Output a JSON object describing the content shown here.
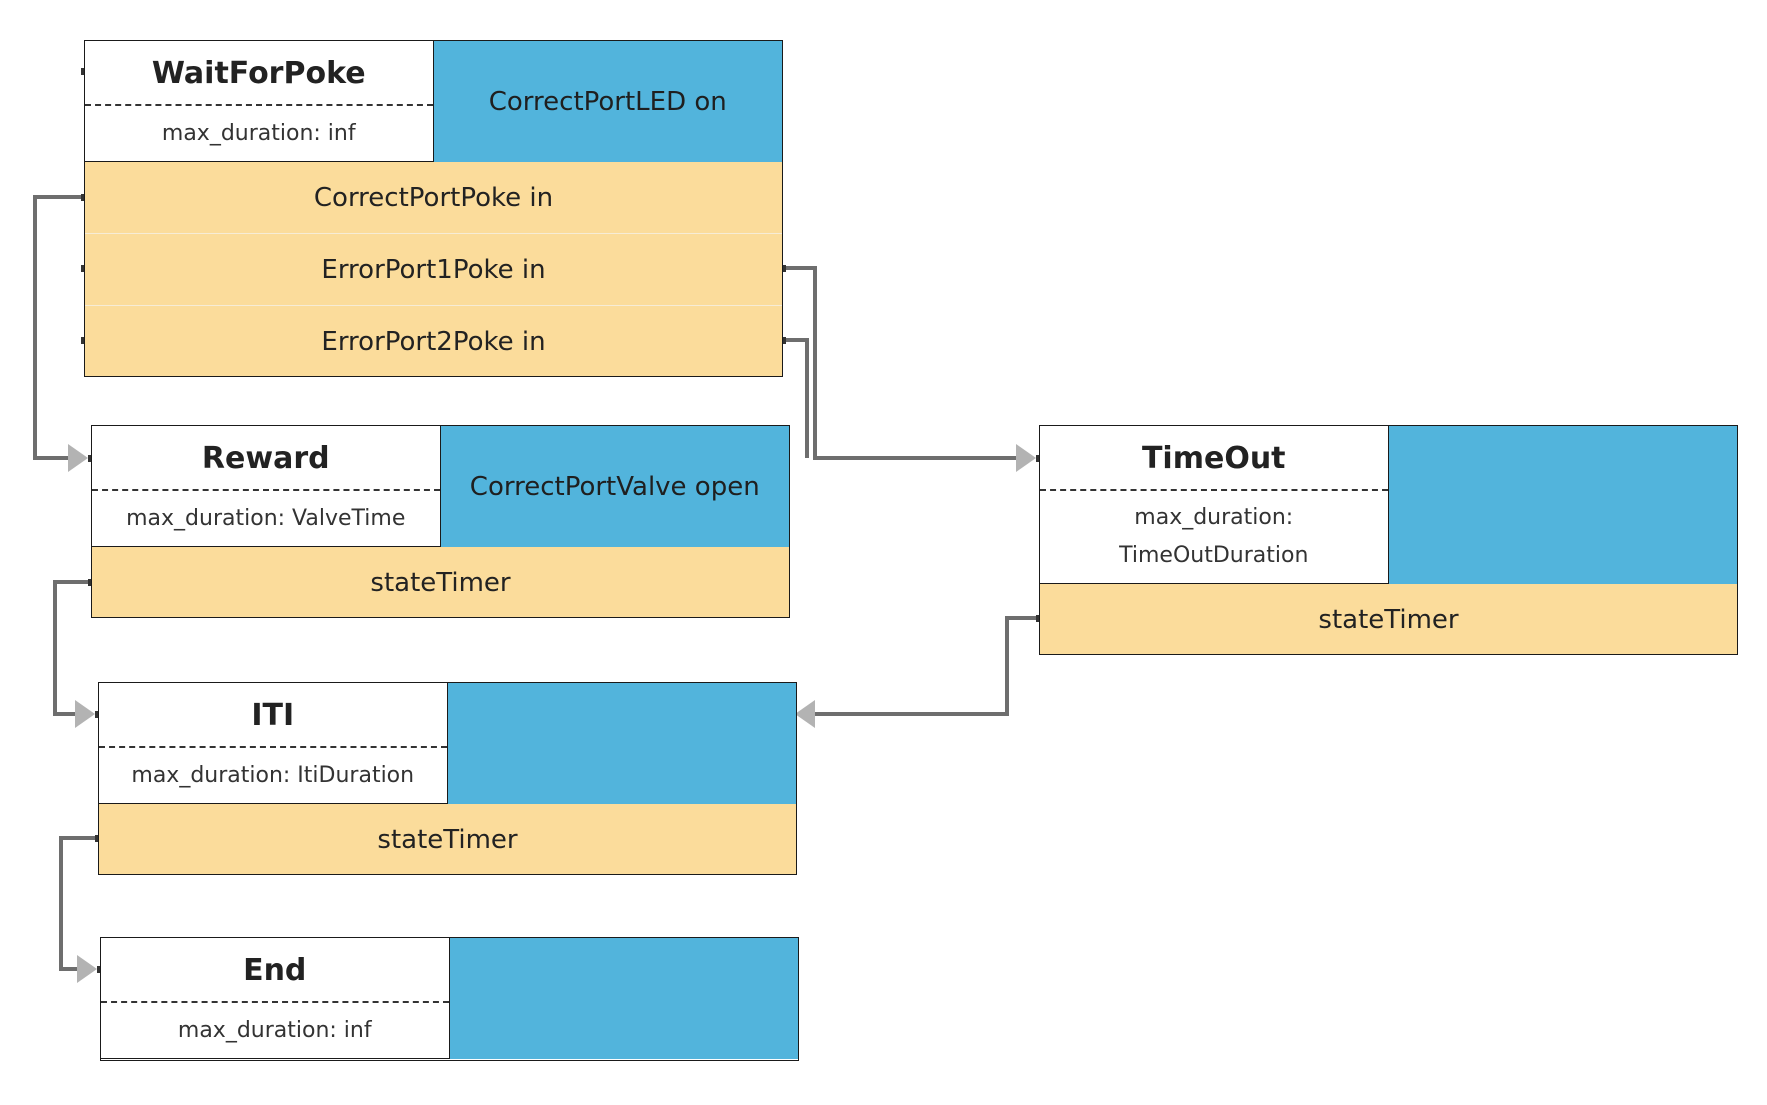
{
  "states": {
    "wait_for_poke": {
      "name": "WaitForPoke",
      "duration": "max_duration: inf",
      "output": "CorrectPortLED on",
      "transitions": [
        "CorrectPortPoke in",
        "ErrorPort1Poke in",
        "ErrorPort2Poke in"
      ]
    },
    "reward": {
      "name": "Reward",
      "duration": "max_duration: ValveTime",
      "output": "CorrectPortValve open",
      "transitions": [
        "stateTimer"
      ]
    },
    "timeout": {
      "name": "TimeOut",
      "duration_line1": "max_duration:",
      "duration_line2": "TimeOutDuration",
      "output": "",
      "transitions": [
        "stateTimer"
      ]
    },
    "iti": {
      "name": "ITI",
      "duration": "max_duration: ItiDuration",
      "output": "",
      "transitions": [
        "stateTimer"
      ]
    },
    "end": {
      "name": "End",
      "duration": "max_duration: inf",
      "output": ""
    }
  },
  "colors": {
    "output_fill": "#52b4dc",
    "transition_fill": "#fbdc9b",
    "connector": "#707070",
    "arrowhead": "#b0b0b0"
  }
}
